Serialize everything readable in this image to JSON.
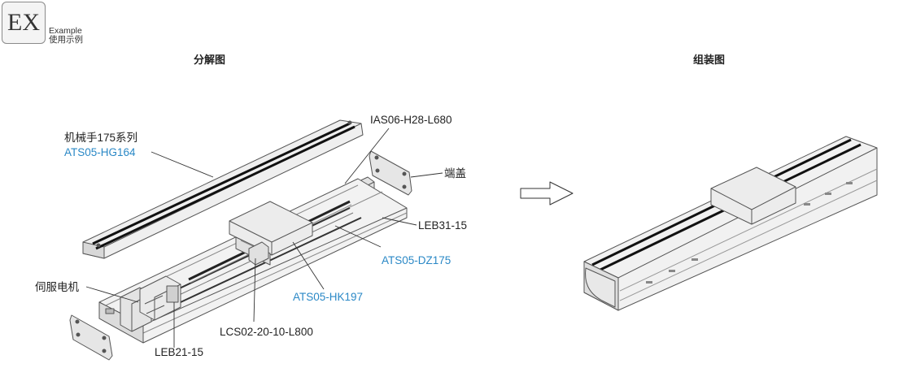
{
  "badge": {
    "text": "EX",
    "caption_en": "Example",
    "caption_zh": "使用示例"
  },
  "sections": {
    "exploded_title": "分解图",
    "assembled_title": "组装图"
  },
  "labels": {
    "robot_arm": "机械手175系列",
    "hg": "ATS05-HG164",
    "ias": "IAS06-H28-L680",
    "end_cap": "端盖",
    "leb31": "LEB31-15",
    "dz": "ATS05-DZ175",
    "servo": "伺服电机",
    "hk": "ATS05-HK197",
    "lcs": "LCS02-20-10-L800",
    "leb21": "LEB21-15"
  },
  "colors": {
    "part_number": "#2a88c6",
    "text": "#222222"
  }
}
